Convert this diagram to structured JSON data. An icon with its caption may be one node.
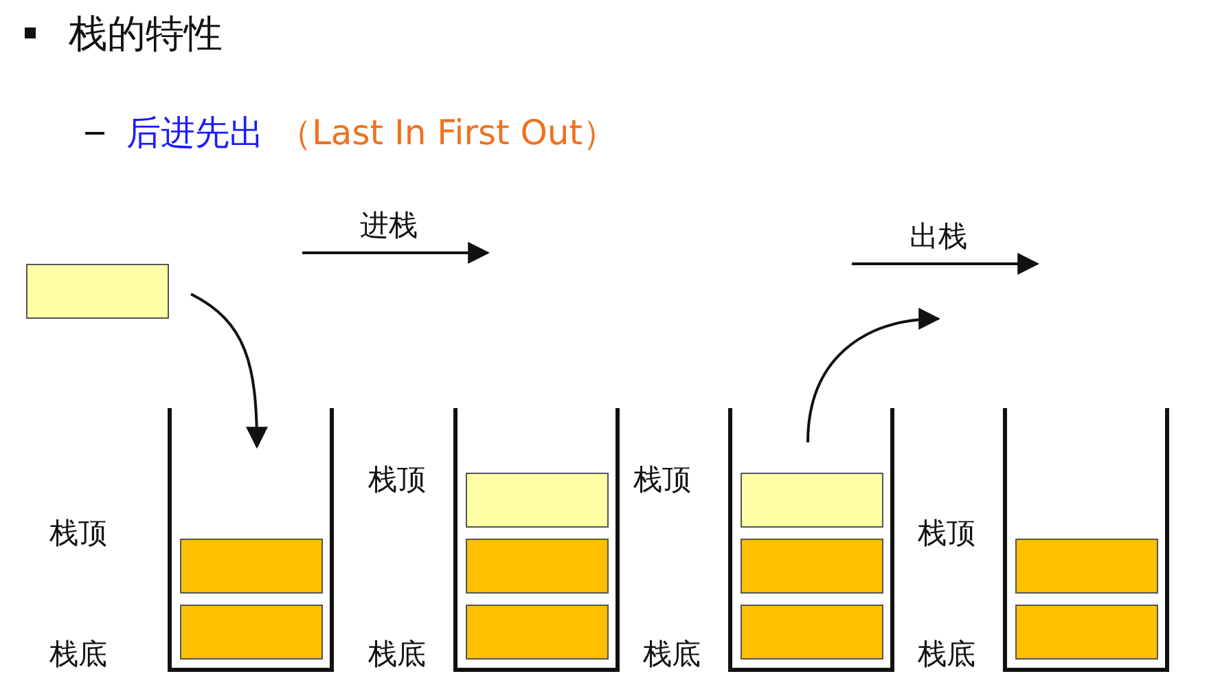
{
  "diagram": {
    "title": "栈的特性",
    "nodes": [
      {
        "text": [],
        "shape": "box"
      },
      {
        "text": [],
        "shape": "box",
        "beside": [
          "栈顶",
          "栈底"
        ]
      },
      {
        "text": [],
        "shape": "box",
        "in": 1
      },
      {
        "text": [],
        "shape": "box",
        "in": 1
      },
      {
        "text": [],
        "shape": "box",
        "beside": [
          "栈顶",
          "栈底"
        ]
      },
      {
        "text": [],
        "shape": "box",
        "in": 4
      },
      {
        "text": [],
        "shape": "box",
        "in": 4
      },
      {
        "text": [],
        "shape": "box",
        "in": 4
      },
      {
        "text": [],
        "shape": "box",
        "beside": [
          "栈顶",
          "栈底"
        ]
      },
      {
        "text": [],
        "shape": "box",
        "in": 8
      },
      {
        "text": [],
        "shape": "box",
        "in": 8
      },
      {
        "text": [],
        "shape": "box",
        "in": 8
      },
      {
        "text": [],
        "shape": "box",
        "beside": [
          "栈顶",
          "栈底"
        ]
      },
      {
        "text": [],
        "shape": "box",
        "in": 12
      },
      {
        "text": [],
        "shape": "box",
        "in": 12
      }
    ],
    "edges": [
      {
        "from": 0,
        "to": 1,
        "arrow": "to"
      },
      {
        "from": 9,
        "to": null,
        "arrow": "to"
      }
    ],
    "labels": [
      "后进先出",
      "（Last In First Out）",
      "进栈",
      "出栈"
    ]
  }
}
